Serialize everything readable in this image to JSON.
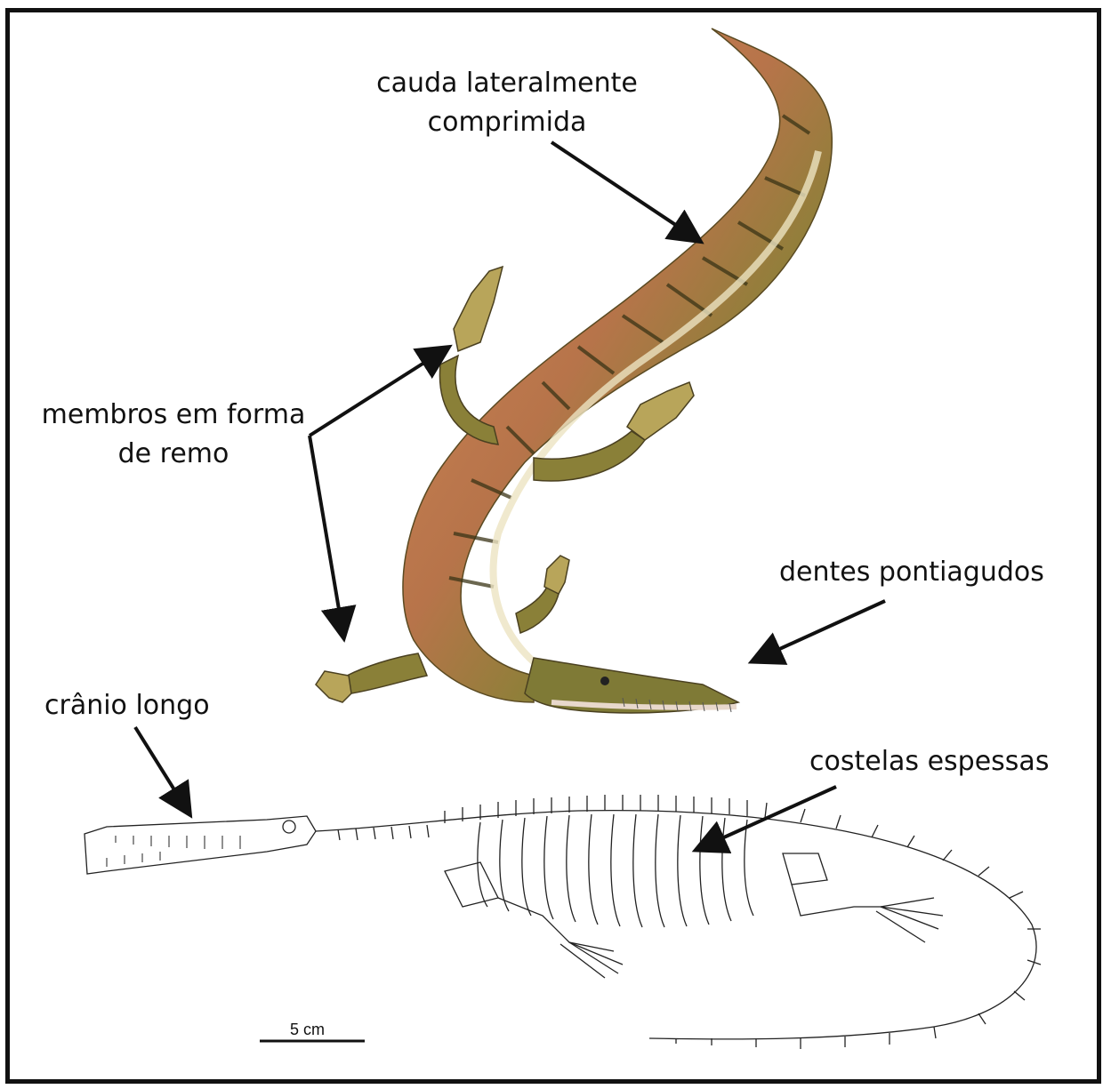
{
  "labels": {
    "tail_line1": "cauda lateralmente",
    "tail_line2": "comprimida",
    "limbs_line1": "membros em forma",
    "limbs_line2": "de remo",
    "teeth": "dentes pontiagudos",
    "skull": "crânio longo",
    "ribs": "costelas espessas"
  },
  "scale_bar": {
    "label": "5 cm"
  },
  "colors": {
    "tail": "#c8774a",
    "body": "#8a8038",
    "stripe": "#3a3416",
    "belly": "#e9e3c4",
    "line": "#111111"
  }
}
